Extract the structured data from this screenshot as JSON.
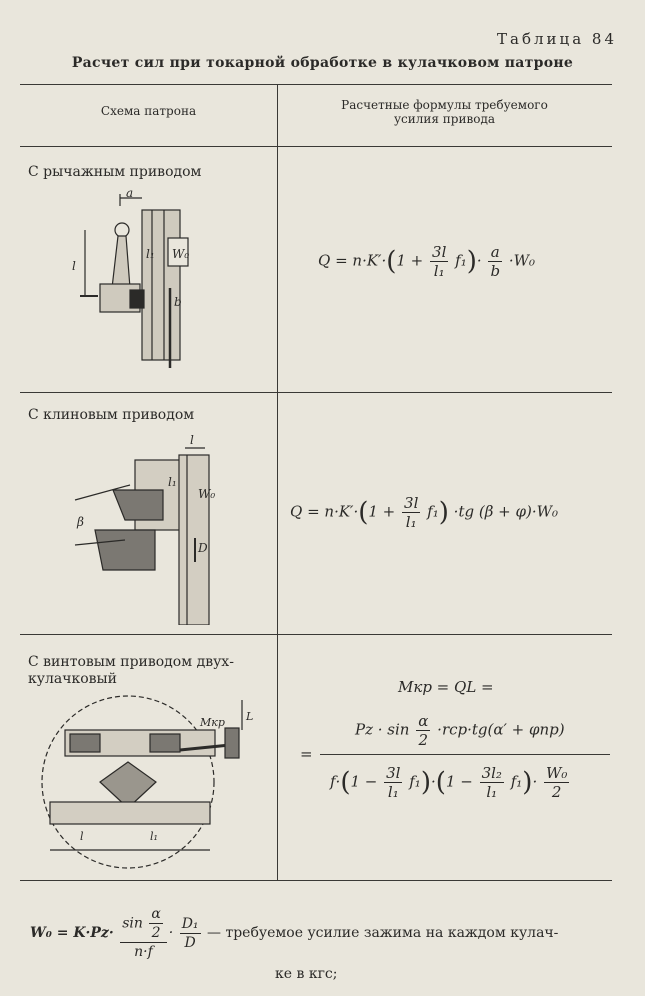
{
  "header": {
    "table_number": "Таблица 84",
    "title": "Расчет сил при токарной обработке в кулачковом патроне"
  },
  "columns": {
    "left": "Схема патрона",
    "right_line1": "Расчетные формулы требуемого",
    "right_line2": "усилия привода"
  },
  "rows": [
    {
      "label": "С рычажным приводом",
      "diagram_labels": [
        "a",
        "l",
        "l₁",
        "W₀",
        "b"
      ]
    },
    {
      "label": "С клиновым приводом",
      "diagram_labels": [
        "l",
        "l₁",
        "W₀",
        "β",
        "D"
      ]
    },
    {
      "label_line1": "С винтовым приводом двух-",
      "label_line2": "кулачковый",
      "diagram_labels": [
        "Mкр",
        "L",
        "l",
        "l₁"
      ]
    }
  ],
  "formulas": {
    "f1": {
      "lhs": "Q = n·K′·",
      "num": "3l",
      "den": "l₁",
      "mid": "f₁",
      "a_num": "a",
      "a_den": "b",
      "tail": "·W₀"
    },
    "f2": {
      "lhs": "Q = n·K′·",
      "num": "3l",
      "den": "l₁",
      "mid": "f₁",
      "tail": "·tg (β + φ)·W₀"
    },
    "f3": {
      "line1": "Mкр = QL =",
      "num_pre": "Pz · sin",
      "alpha_num": "α",
      "alpha_den": "2",
      "num_post": "·rср·tg(α′ + φпр)",
      "den_pre": "f·",
      "den_a_num": "3l",
      "den_a_den": "l₁",
      "den_b_num": "3l₂",
      "den_b_den": "l₁",
      "den_w_num": "W₀",
      "den_w_den": "2"
    }
  },
  "footer": {
    "w0": "W₀ = K·Pz·",
    "sin_label": "sin",
    "alpha": "α",
    "two": "2",
    "nf": "n·f",
    "d1": "D₁",
    "d": "D",
    "text1": "— требуемое усилие зажима на каждом кулач-",
    "text2": "ке в кгс;"
  }
}
